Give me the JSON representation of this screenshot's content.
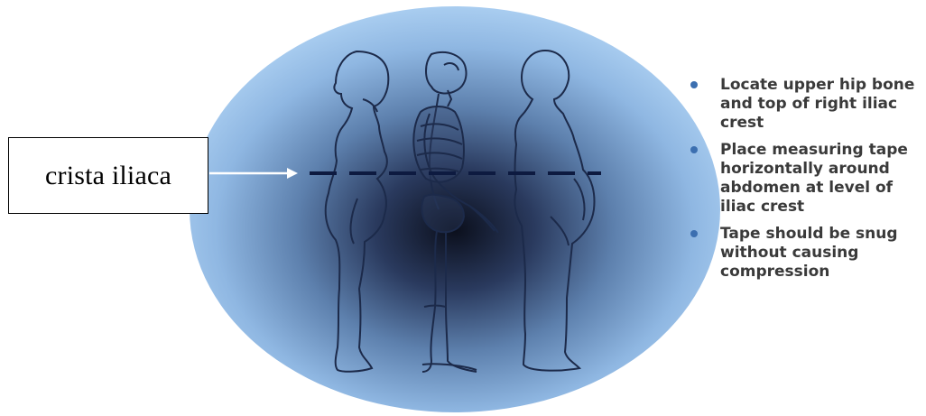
{
  "label": {
    "text": "crista iliaca"
  },
  "bullets": [
    "Locate upper hip bone and top of right iliac crest",
    "Place measuring tape horizontally around abdomen at level of iliac crest",
    "Tape should be snug without causing compression"
  ],
  "colors": {
    "oval_outer": "#a9d0f5",
    "oval_center": "#0b0f1c",
    "tape_line": "#0d1a40",
    "bullet_dot": "#3c6fb0",
    "figure_stroke": "#1c2a4a"
  },
  "icons": [
    "woman-silhouette",
    "skeleton-illustration",
    "man-silhouette",
    "arrow-right-icon"
  ]
}
